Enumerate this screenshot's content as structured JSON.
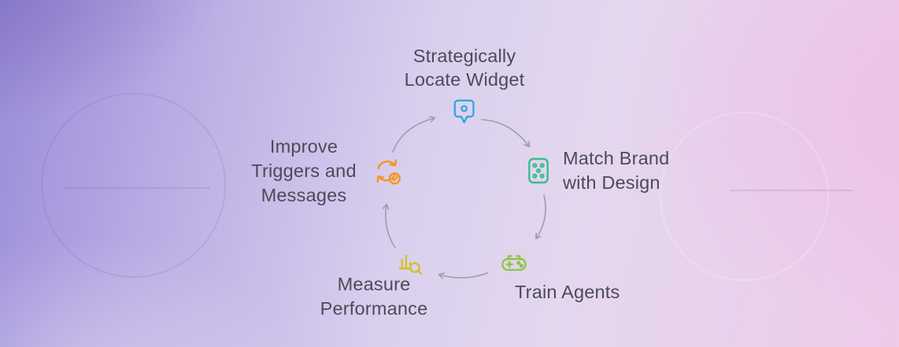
{
  "diagram": {
    "steps": [
      {
        "id": "locate",
        "label_lines": [
          "Strategically",
          "Locate Widget"
        ],
        "icon": "location-pin-icon",
        "color": "#2aa8e0"
      },
      {
        "id": "brand",
        "label_lines": [
          "Match Brand",
          "with Design"
        ],
        "icon": "domino-design-icon",
        "color": "#3bbd92"
      },
      {
        "id": "train",
        "label_lines": [
          "Train Agents"
        ],
        "icon": "gamepad-icon",
        "color": "#8cc63f"
      },
      {
        "id": "measure",
        "label_lines": [
          "Measure",
          "Performance"
        ],
        "icon": "bar-chart-magnifier-icon",
        "color": "#d2c122"
      },
      {
        "id": "improve",
        "label_lines": [
          "Improve",
          "Triggers and",
          "Messages"
        ],
        "icon": "refresh-check-icon",
        "color": "#f7941e"
      }
    ],
    "text_color": "#4b4b58",
    "arrow_color": "#9d9dab",
    "background": {
      "left": "#9a8cd8",
      "middle": "#d9d0ee",
      "right": "#edcbe9"
    }
  }
}
